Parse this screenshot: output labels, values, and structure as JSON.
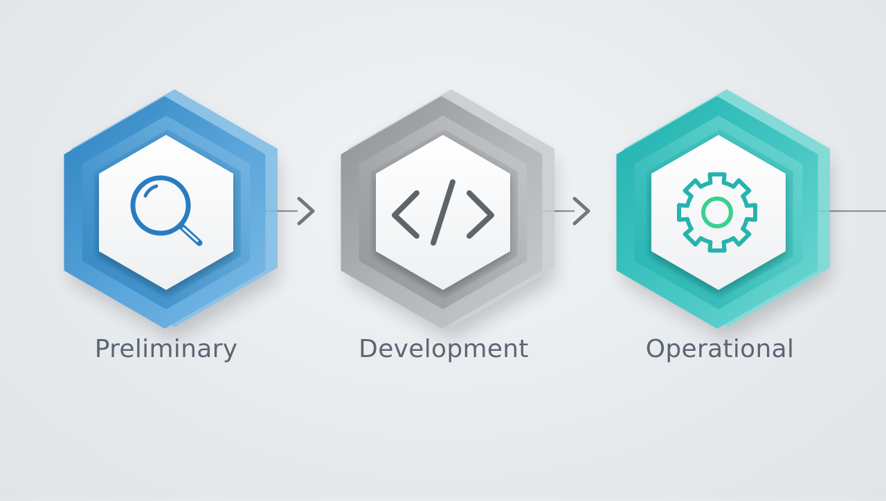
{
  "stages": [
    {
      "label": "Preliminary",
      "icon": "magnifier-icon",
      "colors": {
        "outer_dark": "#2d83c1",
        "outer_light": "#7cbbe5",
        "ring": "#5aa5da",
        "icon": "#2a7cc0"
      }
    },
    {
      "label": "Development",
      "icon": "code-icon",
      "colors": {
        "outer_dark": "#8e9194",
        "outer_light": "#c9cbcd",
        "ring": "#b4b7ba",
        "icon": "#5f6469"
      }
    },
    {
      "label": "Operational",
      "icon": "gear-icon",
      "colors": {
        "outer_dark": "#1fb2b0",
        "outer_light": "#72d8d3",
        "ring": "#45c6c2",
        "icon": "#27b3ad",
        "icon_center": "#3ad08f"
      }
    }
  ],
  "connector_color": "#8a9196",
  "arrow_color": "#6f7880"
}
